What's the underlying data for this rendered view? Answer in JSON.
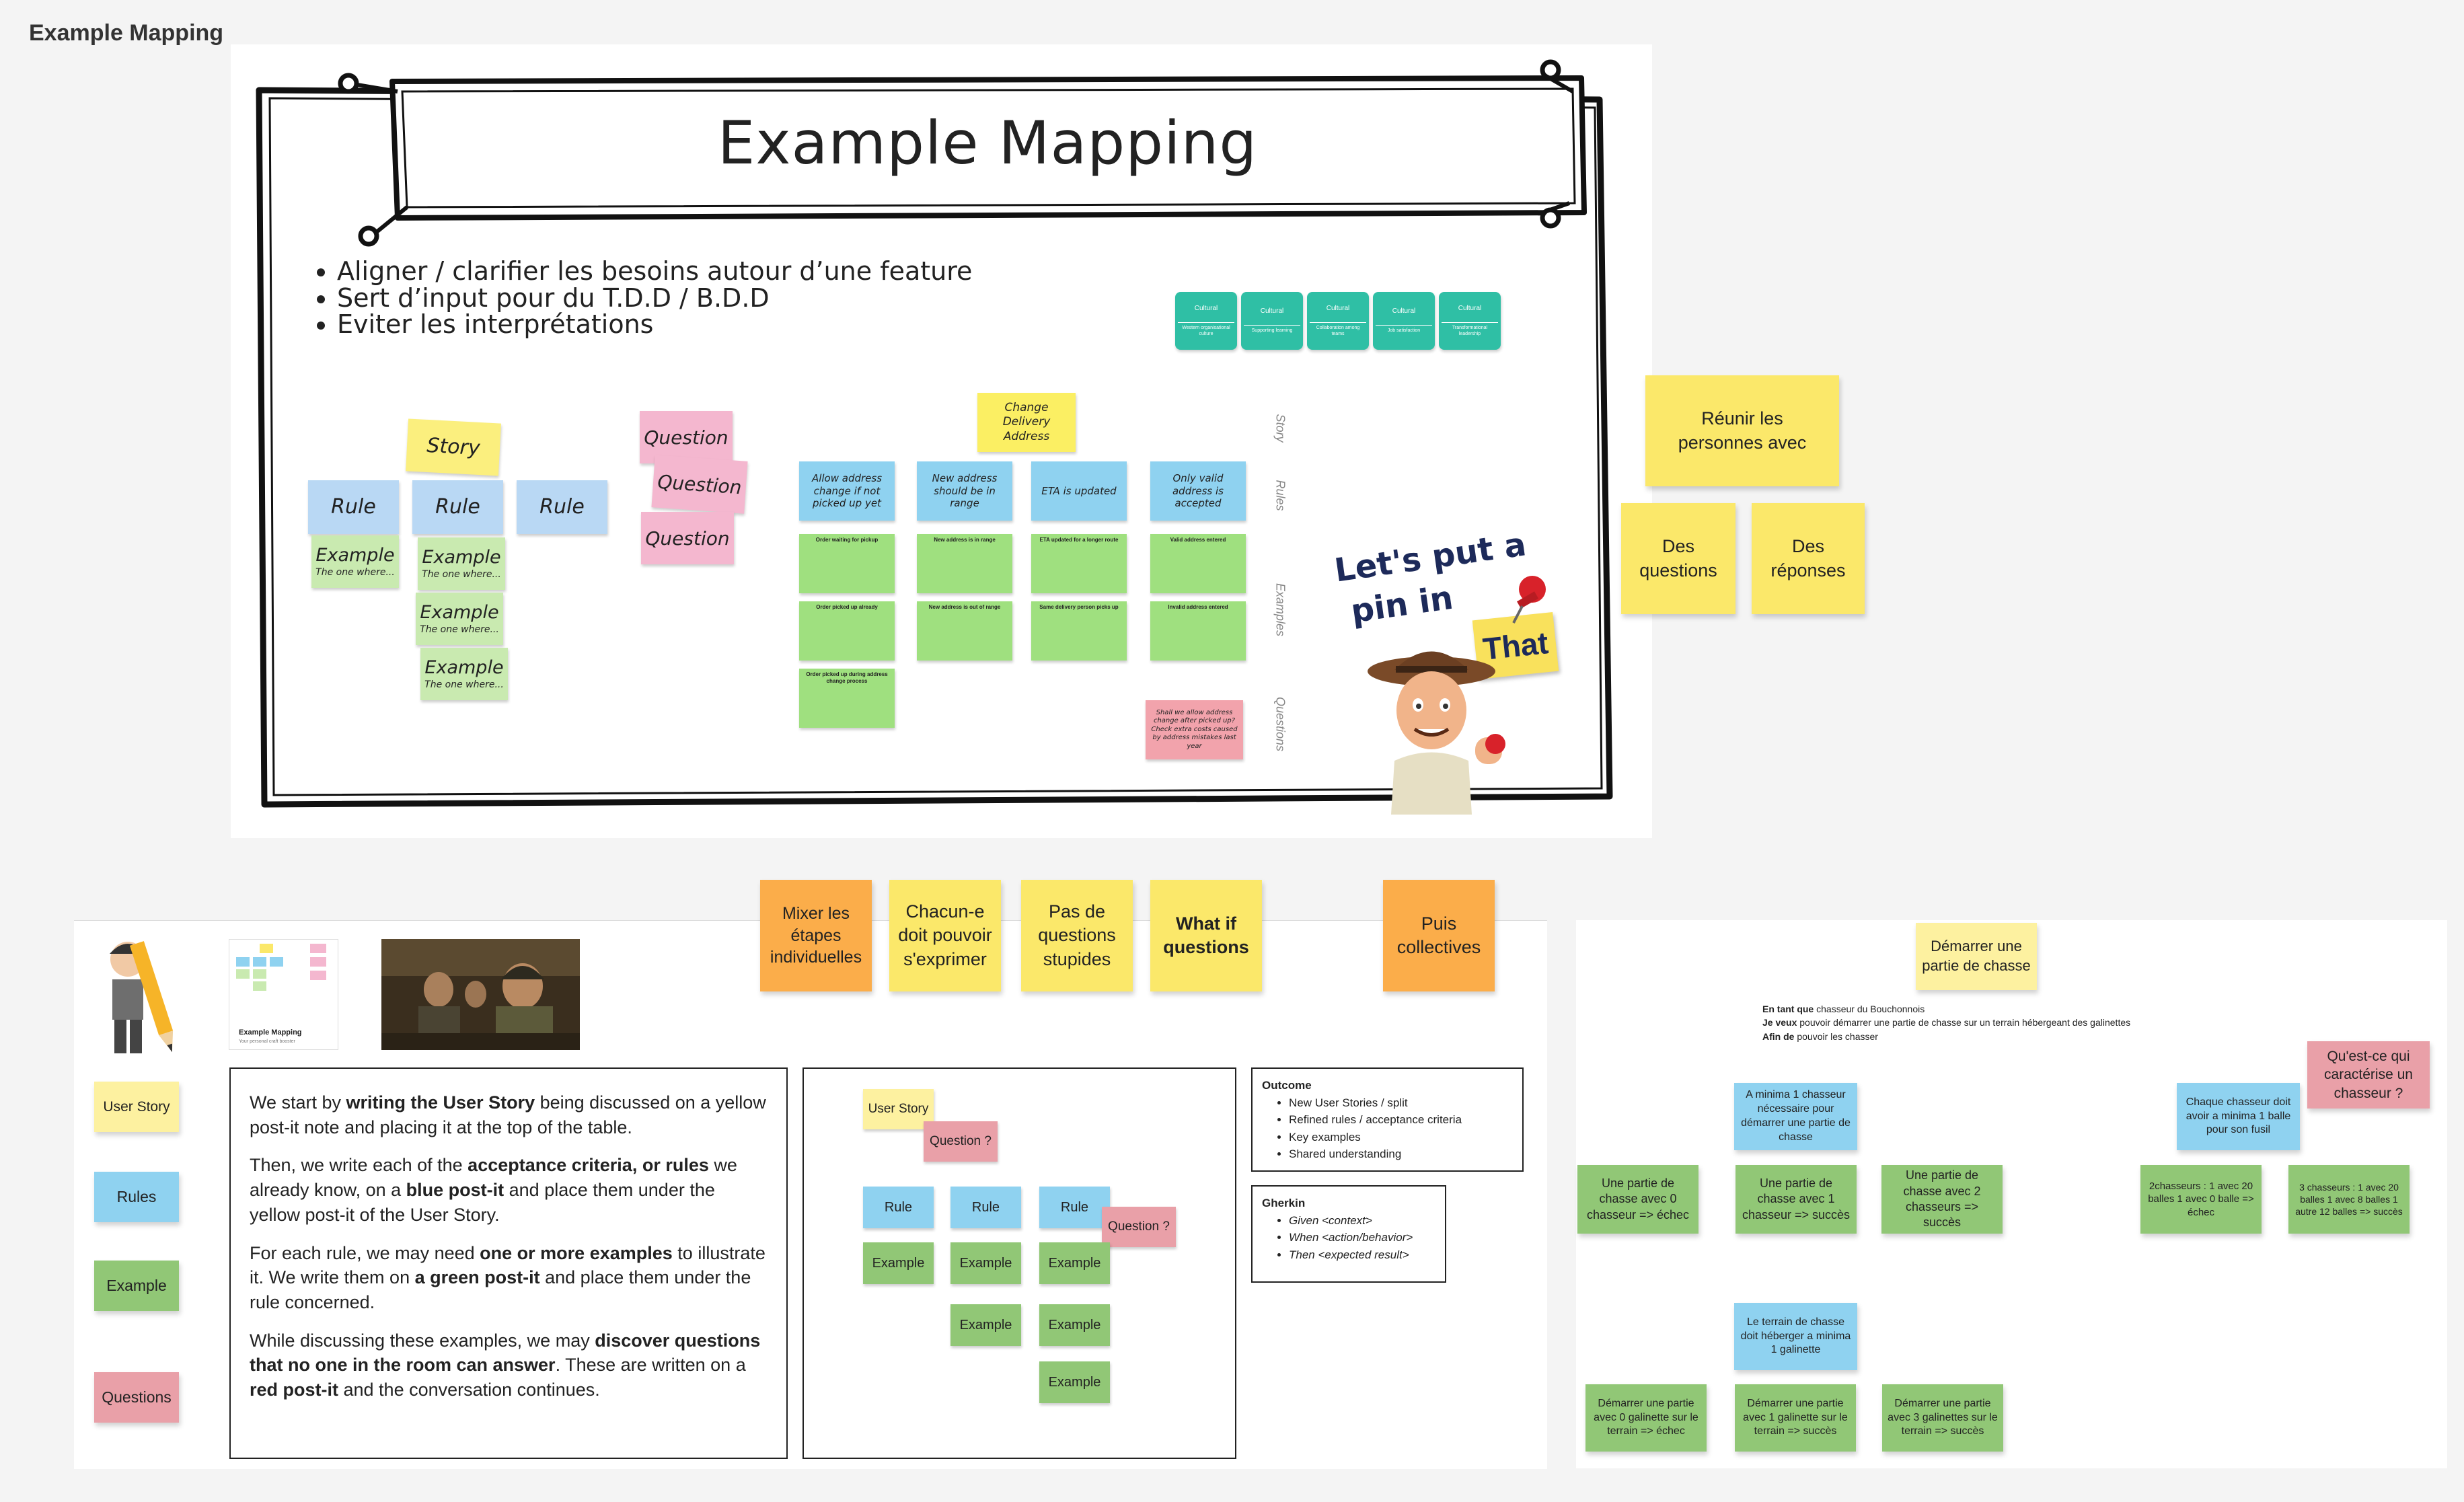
{
  "page_title": "Example Mapping",
  "board1": {
    "title": "Example Mapping",
    "bullets": [
      "Aligner / clarifier les besoins autour d’une feature",
      "Sert d’input pour du T.D.D / B.D.D",
      "Eviter les interprétations"
    ],
    "sketch": {
      "story": "Story",
      "rules": [
        "Rule",
        "Rule",
        "Rule"
      ],
      "example": "Example",
      "example_sub": "The one where...",
      "questions": [
        "Question",
        "Question",
        "Question"
      ]
    },
    "cultural": [
      "Cultural",
      "Cultural",
      "Cultural",
      "Cultural",
      "Cultural"
    ],
    "cultural_sub": [
      "Western organisational culture",
      "Supporting learning",
      "Collaboration among teams",
      "Job satisfaction",
      "Transformational leadership"
    ],
    "demo": {
      "story": "Change Delivery Address",
      "rules": [
        "Allow address change if not picked up yet",
        "New address should be in range",
        "ETA is updated",
        "Only valid address is accepted"
      ],
      "row_labels": [
        "Story",
        "Rules",
        "Examples",
        "Questions"
      ],
      "question": "Shall we allow address change after picked up? Check extra costs caused by address mistakes last year",
      "example_headers": [
        "Order waiting for pickup",
        "New address is in range",
        "ETA updated for a longer route",
        "Valid address entered",
        "Order picked up already",
        "New address is out of range",
        "Same delivery person picks up",
        "Invalid address entered",
        "Order picked up during address change process"
      ]
    },
    "pin_text": [
      "Let's put a",
      "pin in",
      "That"
    ]
  },
  "right_notes": {
    "top": "Réunir les personnes avec",
    "left": "Des questions",
    "right": "Des réponses"
  },
  "tips": [
    {
      "text": "Mixer les étapes individuelles",
      "bold": false
    },
    {
      "text": "Chacun-e doit pouvoir s'exprimer",
      "bold": false
    },
    {
      "text": "Pas de questions stupides",
      "bold": false
    },
    {
      "text": "What if questions",
      "bold": true
    },
    {
      "text": "Puis collectives",
      "bold": false
    }
  ],
  "board2": {
    "thumb_title": "Example Mapping",
    "thumb_sub": "Your personal craft booster",
    "legend": [
      "User Story",
      "Rules",
      "Example",
      "Questions"
    ],
    "explain": [
      [
        "We start by ",
        "writing the User Story",
        " being discussed on a yellow post-it note and placing it at the top of the table."
      ],
      [
        "Then, we write each of the ",
        "acceptance criteria, or rules",
        " we already know, on a ",
        "blue post-it",
        " and place them under the yellow post-it of the User Story."
      ],
      [
        "For each rule, we may need ",
        "one or more examples",
        " to illustrate it. We write them on ",
        "a green post-it",
        " and place them under the rule concerned."
      ],
      [
        "While discussing these examples, we may ",
        "discover questions that no one in the room can answer",
        ". These are written on a ",
        "red post-it",
        " and the conversation continues."
      ]
    ],
    "diagram": {
      "story": "User Story",
      "question": "Question ?",
      "rule": "Rule",
      "example": "Example"
    },
    "outcome": {
      "title": "Outcome",
      "items": [
        "New User Stories / split",
        "Refined rules / acceptance criteria",
        "Key examples",
        "Shared understanding"
      ]
    },
    "gherkin": {
      "title": "Gherkin",
      "items": [
        "Given <context>",
        "When <action/behavior>",
        "Then <expected result>"
      ]
    }
  },
  "board3": {
    "story": "Démarrer une partie de chasse",
    "as_label": "En tant que",
    "as_text": " chasseur du Bouchonnois",
    "want_label": "Je veux",
    "want_text": " pouvoir démarrer une partie de chasse sur un terrain hébergeant des galinettes",
    "so_label": "Afin de",
    "so_text": " pouvoir les chasser",
    "question": "Qu'est-ce qui caractérise un chasseur ?",
    "rules": [
      "A minima 1 chasseur nécessaire pour démarrer une partie de chasse",
      "Chaque chasseur doit avoir a minima 1 balle pour son fusil",
      "Le terrain de chasse doit héberger a minima 1 galinette"
    ],
    "examples1": [
      "Une partie de chasse avec 0 chasseur => échec",
      "Une partie de chasse avec 1 chasseur => succès",
      "Une partie de chasse avec 2 chasseurs => succès"
    ],
    "examples2": [
      "2chasseurs : 1 avec 20 balles 1 avec 0 balle => échec",
      "3 chasseurs : 1 avec 20 balles 1 avec 8 balles 1 autre 12 balles => succès"
    ],
    "examples3": [
      "Démarrer une partie avec 0 galinette sur le terrain => échec",
      "Démarrer une partie avec 1 galinette sur le terrain => succès",
      "Démarrer une partie avec 3 galinettes sur le terrain => succès"
    ]
  },
  "colors": {
    "yellow": "#fbe86a",
    "orange": "#fbad4a",
    "blue": "#8fd2f0",
    "green": "#91c776",
    "red": "#e9a0a8",
    "teal": "#2fbfa5"
  }
}
